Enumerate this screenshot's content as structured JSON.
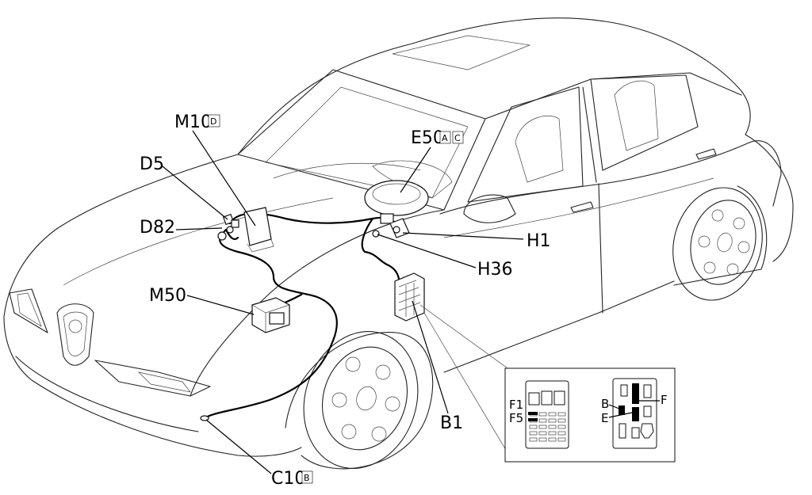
{
  "labels": {
    "m10": "M10",
    "d5": "D5",
    "d82": "D82",
    "m50": "M50",
    "e50": "E50",
    "h1": "H1",
    "h36": "H36",
    "b1": "B1",
    "c10": "C10"
  },
  "badges": {
    "m10": "D",
    "e50_a": "A",
    "e50_c": "C",
    "c10": "B"
  },
  "inset": {
    "f1": "F1",
    "f5": "F5",
    "b": "B",
    "e": "E",
    "f": "F"
  }
}
